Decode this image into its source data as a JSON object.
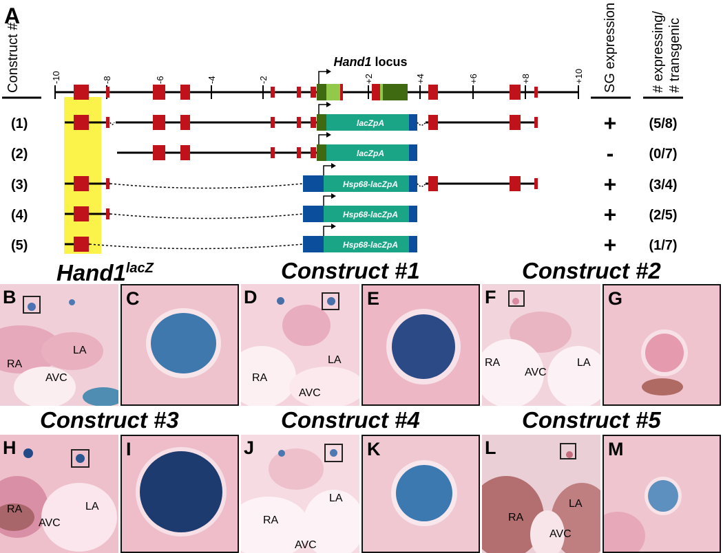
{
  "figure_label": "A",
  "headers": {
    "construct": "Construct #",
    "locus_name": "Hand1",
    "locus_suffix": " locus",
    "sg_expression": "SG expression",
    "expressing": "# expressing/",
    "transgenic": "# transgenic"
  },
  "ticks": [
    "-10",
    "-8",
    "-6",
    "-4",
    "-2",
    "+2",
    "+4",
    "+6",
    "+8",
    "+10"
  ],
  "constructs": [
    {
      "label": "(1)",
      "reporter": "lacZpA",
      "sg": "+",
      "ratio": "(5/8)"
    },
    {
      "label": "(2)",
      "reporter": "lacZpA",
      "sg": "-",
      "ratio": "(0/7)"
    },
    {
      "label": "(3)",
      "reporter": "Hsp68-lacZpA",
      "sg": "+",
      "ratio": "(3/4)"
    },
    {
      "label": "(4)",
      "reporter": "Hsp68-lacZpA",
      "sg": "+",
      "ratio": "(2/5)"
    },
    {
      "label": "(5)",
      "reporter": "Hsp68-lacZpA",
      "sg": "+",
      "ratio": "(1/7)"
    }
  ],
  "panel_titles": {
    "hand1_main": "Hand1",
    "hand1_sup": "lacZ",
    "c1": "Construct #1",
    "c2": "Construct #2",
    "c3": "Construct #3",
    "c4": "Construct #4",
    "c5": "Construct #5"
  },
  "panels": {
    "B": "B",
    "C": "C",
    "D": "D",
    "E": "E",
    "F": "F",
    "G": "G",
    "H": "H",
    "I": "I",
    "J": "J",
    "K": "K",
    "L": "L",
    "M": "M"
  },
  "anatomy": {
    "ra": "RA",
    "la": "LA",
    "avc": "AVC"
  },
  "colors": {
    "element": "#c0121a",
    "highlight": "#fbf24a",
    "lacz": "#1aa586",
    "promoter": "#0b4f9c",
    "exon_dark": "#3f6a12",
    "exon_light": "#93c94b",
    "stain": "#1a4f8f",
    "tissue": "#f2c6d2"
  }
}
